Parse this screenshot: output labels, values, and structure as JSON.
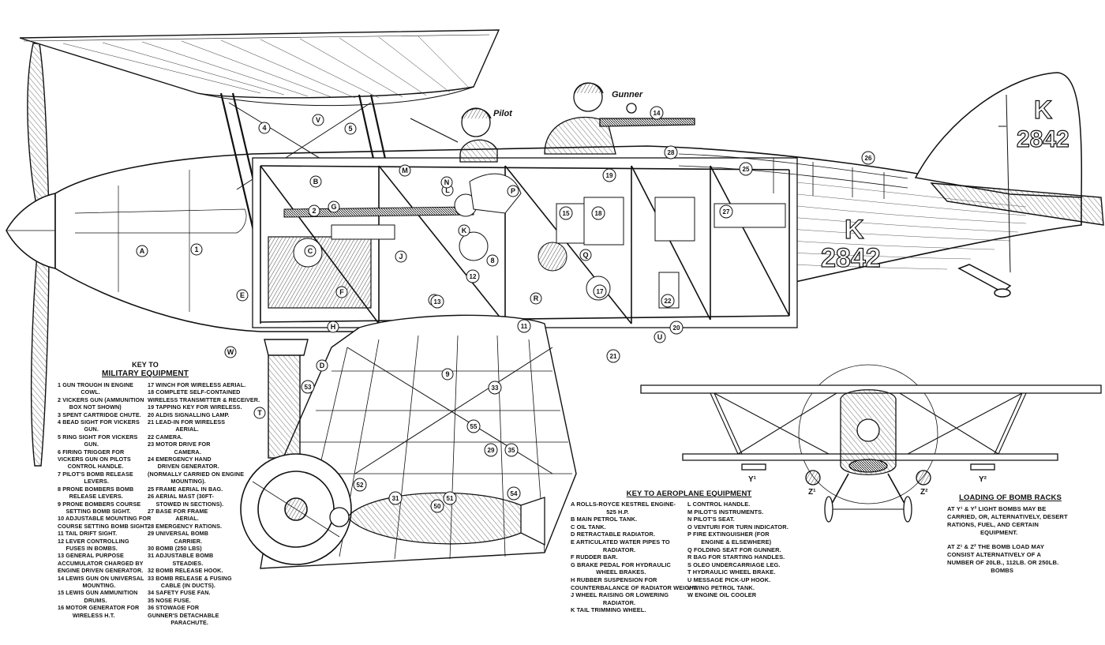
{
  "aircraft": {
    "serial_fuselage": "K",
    "serial_fuselage_number": "2842",
    "serial_tail": "K",
    "serial_tail_number": "2842",
    "pilot_label": "Pilot",
    "gunner_label": "Gunner"
  },
  "callouts": {
    "letters": [
      "A",
      "B",
      "C",
      "D",
      "E",
      "F",
      "G",
      "H",
      "J",
      "K",
      "L",
      "M",
      "N",
      "P",
      "Q",
      "R",
      "S",
      "T",
      "U",
      "V",
      "W"
    ],
    "numbers": [
      "1",
      "2",
      "4",
      "5",
      "8",
      "9",
      "11",
      "12",
      "13",
      "14",
      "15",
      "17",
      "18",
      "19",
      "20",
      "21",
      "22",
      "25",
      "26",
      "27",
      "28",
      "29",
      "31",
      "33",
      "35",
      "50",
      "51",
      "52",
      "53",
      "54",
      "55"
    ]
  },
  "front_view_labels": {
    "y1": "Y¹",
    "y2": "Y²",
    "z1": "Z¹",
    "z2": "Z²"
  },
  "military_key": {
    "title_line1": "KEY TO",
    "title_line2": "MILITARY EQUIPMENT",
    "left": [
      "1 GUN TROUGH IN ENGINE",
      "              COWL.",
      "2 VICKERS GUN (AMMUNITION",
      "       BOX NOT SHOWN)",
      "3 SPENT CARTRIDGE CHUTE.",
      "4 BEAD SIGHT FOR VICKERS",
      "                GUN.",
      "5 RING SIGHT FOR VICKERS",
      "                GUN.",
      "6 FIRING TRIGGER FOR",
      "VICKERS GUN ON PILOTS",
      "      CONTROL HANDLE.",
      "7 PILOT'S BOMB RELEASE",
      "                LEVERS.",
      "8 PRONE BOMBERS BOMB",
      "       RELEASE LEVERS.",
      "9 PRONE BOMBERS COURSE",
      "     SETTING BOMB SIGHT.",
      "10 ADJUSTABLE MOUNTING FOR",
      "COURSE SETTING BOMB SIGHT.",
      "11 TAIL DRIFT SIGHT.",
      "12 LEVER CONTROLLING",
      "     FUSES IN BOMBS.",
      "13 GENERAL PURPOSE",
      "ACCUMULATOR CHARGED BY",
      "ENGINE DRIVEN GENERATOR.",
      "14 LEWIS GUN ON UNIVERSAL",
      "               MOUNTING.",
      "15 LEWIS GUN AMMUNITION",
      "                DRUMS.",
      "16 MOTOR GENERATOR FOR",
      "         WIRELESS H.T."
    ],
    "right": [
      "17 WINCH FOR WIRELESS AERIAL.",
      "18 COMPLETE SELF-CONTAINED",
      "WIRELESS TRANSMITTER & RECEIVER.",
      "19 TAPPING KEY FOR WIRELESS.",
      "20 ALDIS SIGNALLING LAMP.",
      "21 LEAD-IN FOR WIRELESS",
      "                 AERIAL.",
      "22 CAMERA.",
      "23 MOTOR DRIVE FOR",
      "                CAMERA.",
      "24 EMERGENCY HAND",
      "      DRIVEN GENERATOR.",
      "(NORMALLY CARRIED ON ENGINE",
      "              MOUNTING).",
      "25 FRAME AERIAL IN BAG.",
      "26 AERIAL MAST (30FT-",
      "     STOWED IN SECTIONS).",
      "27 BASE FOR FRAME",
      "                 AERIAL.",
      "28 EMERGENCY RATIONS.",
      "29 UNIVERSAL BOMB",
      "                CARRIER.",
      "30 BOMB (250 LBS)",
      "31 ADJUSTABLE BOMB",
      "               STEADIES.",
      "32 BOMB RELEASE HOOK.",
      "33 BOMB RELEASE & FUSING",
      "        CABLE (IN DUCTS).",
      "34 SAFETY FUSE FAN.",
      "35 NOSE FUSE.",
      "36 STOWAGE FOR",
      "GUNNER'S DETACHABLE",
      "              PARACHUTE."
    ]
  },
  "aeroplane_key": {
    "title": "KEY TO AEROPLANE EQUIPMENT",
    "left": [
      "A ROLLS-ROYCE KESTREL ENGINE-",
      "                     525 H.P.",
      "B MAIN PETROL TANK.",
      "C OIL TANK.",
      "D RETRACTABLE RADIATOR.",
      "E ARTICULATED WATER PIPES TO",
      "                   RADIATOR.",
      "F RUDDER BAR.",
      "G BRAKE PEDAL FOR HYDRAULIC",
      "               WHEEL BRAKES.",
      "H RUBBER SUSPENSION FOR",
      "COUNTERBALANCE OF RADIATOR WEIGHT.",
      "J WHEEL RAISING OR LOWERING",
      "                   RADIATOR.",
      "K TAIL TRIMMING WHEEL."
    ],
    "right": [
      "L CONTROL HANDLE.",
      "M PILOT'S INSTRUMENTS.",
      "N PILOT'S SEAT.",
      "O VENTURI FOR TURN INDICATOR.",
      "P FIRE EXTINGUISHER (FOR",
      "        ENGINE & ELSEWHERE)",
      "Q FOLDING SEAT FOR GUNNER.",
      "R BAG FOR STARTING HANDLES.",
      "S OLEO UNDERCARRIAGE LEG.",
      "T HYDRAULIC WHEEL BRAKE.",
      "U MESSAGE PICK-UP HOOK.",
      "V WING PETROL TANK.",
      "W ENGINE OIL COOLER"
    ]
  },
  "bomb_racks": {
    "title": "LOADING OF BOMB RACKS",
    "para1": [
      "AT Y¹ & Y² LIGHT BOMBS MAY BE",
      "CARRIED, OR, ALTERNATIVELY, DESERT",
      "RATIONS, FUEL, AND CERTAIN",
      "                   EQUIPMENT."
    ],
    "para2": [
      "AT Z¹ & Z² THE BOMB LOAD MAY",
      "CONSIST ALTERNATIVELY OF A",
      "NUMBER OF 20LB., 112LB. OR 250LB.",
      "                         BOMBS"
    ]
  }
}
